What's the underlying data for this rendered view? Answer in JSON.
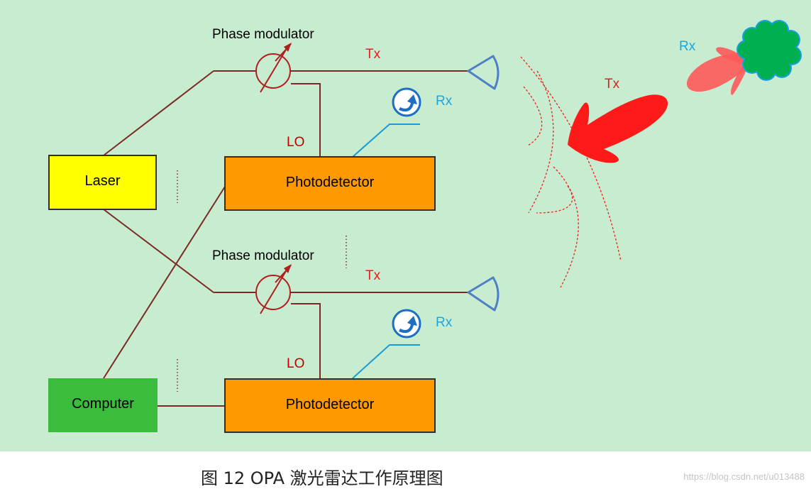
{
  "figure": {
    "caption": "图 12   OPA 激光雷达工作原理图",
    "watermark": "https://blog.csdn.net/u013488"
  },
  "blocks": {
    "laser": {
      "label": "Laser",
      "fill": "#ffff00"
    },
    "computer": {
      "label": "Computer",
      "fill": "#3cbc3c"
    },
    "photodetector_top": {
      "label": "Photodetector",
      "fill": "#ff9900"
    },
    "photodetector_bottom": {
      "label": "Photodetector",
      "fill": "#ff9900"
    }
  },
  "labels": {
    "phase_modulator_top": "Phase modulator",
    "phase_modulator_bottom": "Phase modulator",
    "tx_top": "Tx",
    "tx_bottom": "Tx",
    "rx_top": "Rx",
    "rx_bottom": "Rx",
    "lo_top": "LO",
    "lo_bottom": "LO",
    "tx_beam": "Tx",
    "rx_target": "Rx"
  },
  "colors": {
    "background": "#c8ecd0",
    "wire": "#7a2a26",
    "tx_beam": "#ff1a1a",
    "rx_beam": "#ff5a5a",
    "target": "#00b050",
    "target_outline": "#1aa0e0"
  },
  "icons": {
    "modulator": "phase-modulator-icon",
    "antenna": "antenna-icon",
    "receiver": "rx-receiver-icon",
    "target": "cloud-target-icon"
  }
}
